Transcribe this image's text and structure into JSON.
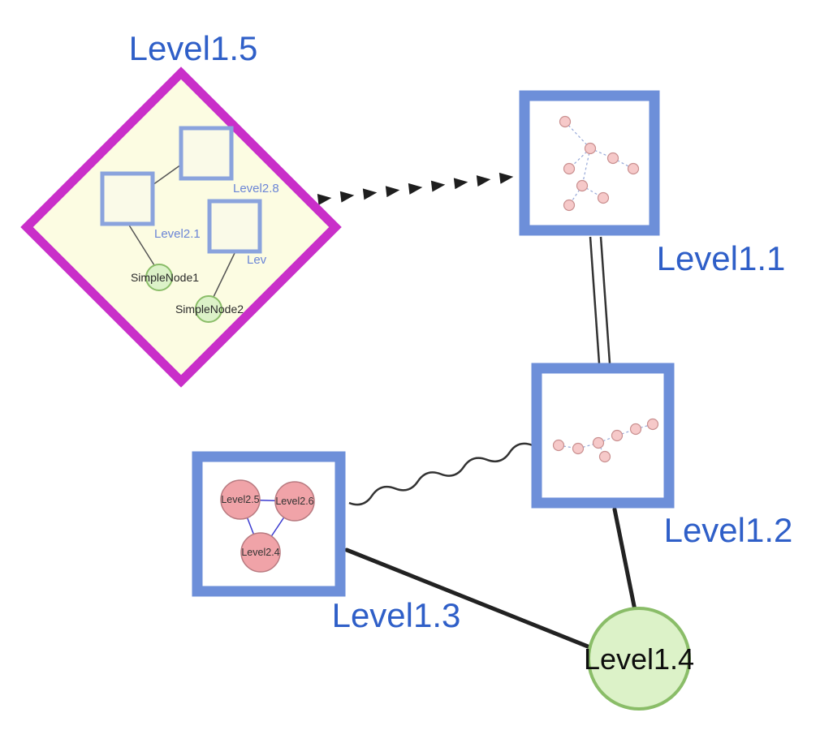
{
  "diagram": {
    "nodes": {
      "level15": {
        "label": "Level1.5",
        "shape": "diamond-group",
        "children": {
          "level28": {
            "label": "Level2.8",
            "shape": "square"
          },
          "level21": {
            "label": "Level2.1",
            "shape": "square"
          },
          "lev": {
            "label": "Lev",
            "shape": "square"
          },
          "simplenode1": {
            "label": "SimpleNode1",
            "shape": "circle"
          },
          "simplenode2": {
            "label": "SimpleNode2",
            "shape": "circle"
          }
        }
      },
      "level11": {
        "label": "Level1.1",
        "shape": "square-thumbnail"
      },
      "level12": {
        "label": "Level1.2",
        "shape": "square-thumbnail"
      },
      "level13": {
        "label": "Level1.3",
        "shape": "square-group",
        "children": {
          "level25": {
            "label": "Level2.5",
            "shape": "circle"
          },
          "level26": {
            "label": "Level2.6",
            "shape": "circle"
          },
          "level24": {
            "label": "Level2.4",
            "shape": "circle"
          }
        }
      },
      "level14": {
        "label": "Level1.4",
        "shape": "circle"
      }
    },
    "edges": [
      {
        "from": "Level1.5",
        "to": "Level1.1",
        "style": "dashed-arrowheads"
      },
      {
        "from": "Level1.1",
        "to": "Level1.2",
        "style": "double-line"
      },
      {
        "from": "Level1.3",
        "to": "Level1.2",
        "style": "wavy"
      },
      {
        "from": "Level1.3",
        "to": "Level1.4",
        "style": "solid"
      },
      {
        "from": "Level1.2",
        "to": "Level1.4",
        "style": "solid"
      },
      {
        "from": "Level2.1",
        "to": "Level2.8",
        "style": "thin"
      },
      {
        "from": "Level2.1",
        "to": "SimpleNode1",
        "style": "thin"
      },
      {
        "from": "Lev",
        "to": "SimpleNode2",
        "style": "thin"
      },
      {
        "from": "Level2.5",
        "to": "Level2.6",
        "style": "thin-blue"
      },
      {
        "from": "Level2.5",
        "to": "Level2.4",
        "style": "thin-blue"
      },
      {
        "from": "Level2.6",
        "to": "Level2.4",
        "style": "thin-blue"
      }
    ],
    "colors": {
      "label_blue": "#2f5fc8",
      "group_border_blue": "#6d8fd9",
      "diamond_magenta": "#c92fc9",
      "diamond_fill": "#fcfce2",
      "green_fill": "#dcf2c8",
      "green_stroke": "#8abd68",
      "pink_fill": "#f0a3a8",
      "edge_dark": "#222222"
    }
  }
}
